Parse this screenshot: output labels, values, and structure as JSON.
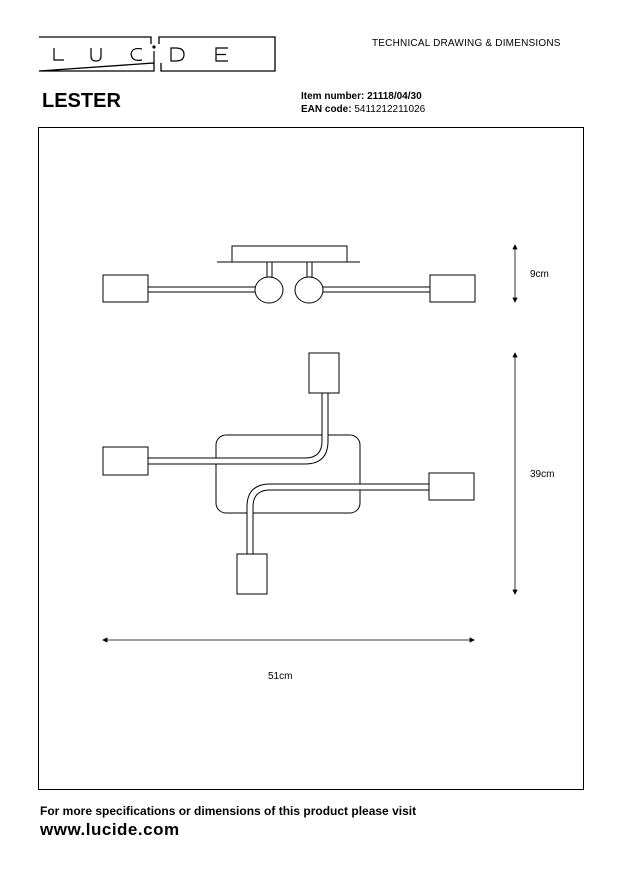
{
  "brand": {
    "logo_text": "LUCIDE"
  },
  "header": {
    "doc_type": "TECHNICAL DRAWING & DIMENSIONS"
  },
  "product": {
    "name": "LESTER",
    "item_number_label": "Item number:",
    "item_number": "21118/04/30",
    "ean_label": "EAN code:",
    "ean": "5411212211026"
  },
  "dimensions": {
    "height": "9cm",
    "depth": "39cm",
    "width": "51cm"
  },
  "footer": {
    "text": "For more specifications or dimensions of this product please visit",
    "url": "www.lucide.com"
  }
}
